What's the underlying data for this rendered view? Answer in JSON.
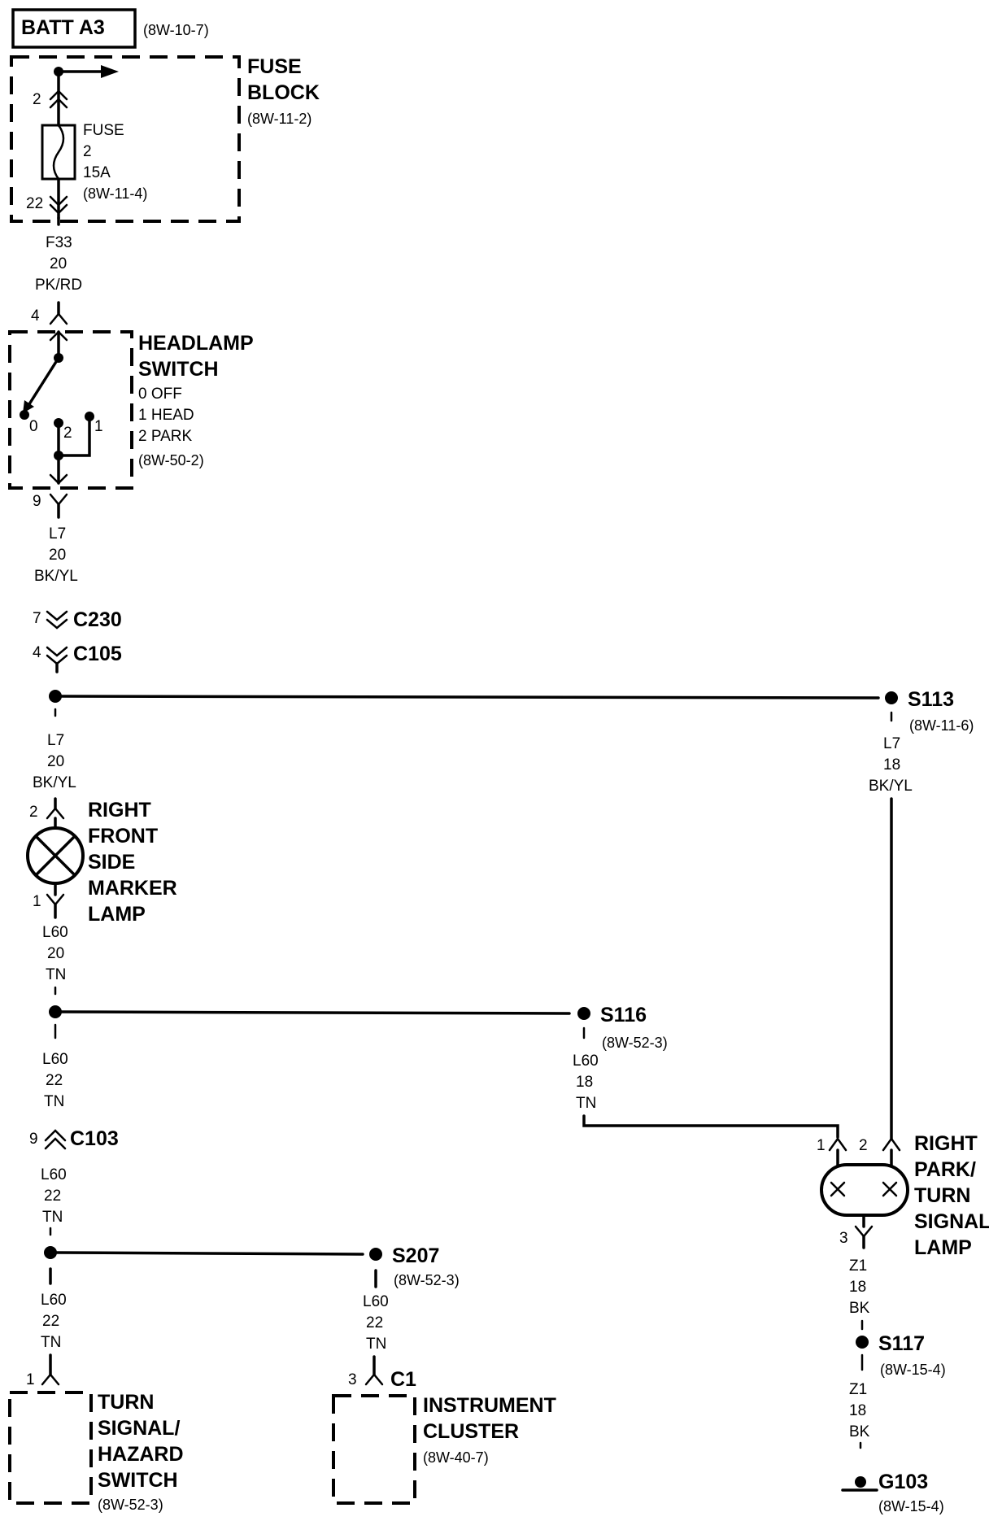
{
  "batt": {
    "label": "BATT A3",
    "ref": "(8W-10-7)"
  },
  "fuse_block": {
    "title_1": "FUSE",
    "title_2": "BLOCK",
    "ref": "(8W-11-2)",
    "pin_in": "2",
    "pin_out": "22",
    "fuse_label": "FUSE",
    "fuse_number": "2",
    "fuse_rating": "15A",
    "fuse_ref": "(8W-11-4)"
  },
  "wire_f33": {
    "circuit": "F33",
    "gauge": "20",
    "color": "PK/RD"
  },
  "headlamp_switch": {
    "title_1": "HEADLAMP",
    "title_2": "SWITCH",
    "pos_0": "0 OFF",
    "pos_1": "1 HEAD",
    "pos_2": "2 PARK",
    "ref": "(8W-50-2)",
    "pin_in": "4",
    "pin_out": "9",
    "contact_0": "0",
    "contact_1": "1",
    "contact_2": "2"
  },
  "wire_l7_a": {
    "circuit": "L7",
    "gauge": "20",
    "color": "BK/YL"
  },
  "c230": {
    "pin": "7",
    "label": "C230"
  },
  "c105": {
    "pin": "4",
    "label": "C105"
  },
  "wire_l7_b": {
    "circuit": "L7",
    "gauge": "20",
    "color": "BK/YL"
  },
  "s113": {
    "label": "S113",
    "ref": "(8W-11-6)"
  },
  "wire_l7_c": {
    "circuit": "L7",
    "gauge": "18",
    "color": "BK/YL"
  },
  "side_marker": {
    "pin_in": "2",
    "pin_out": "1",
    "title_1": "RIGHT",
    "title_2": "FRONT",
    "title_3": "SIDE",
    "title_4": "MARKER",
    "title_5": "LAMP"
  },
  "wire_l60_a": {
    "circuit": "L60",
    "gauge": "20",
    "color": "TN"
  },
  "s116": {
    "label": "S116",
    "ref": "(8W-52-3)"
  },
  "wire_l60_b": {
    "circuit": "L60",
    "gauge": "22",
    "color": "TN"
  },
  "wire_l60_c": {
    "circuit": "L60",
    "gauge": "18",
    "color": "TN"
  },
  "c103": {
    "pin": "9",
    "label": "C103"
  },
  "wire_l60_d": {
    "circuit": "L60",
    "gauge": "22",
    "color": "TN"
  },
  "park_lamp": {
    "pin_1": "1",
    "pin_2": "2",
    "pin_3": "3",
    "title_1": "RIGHT",
    "title_2": "PARK/",
    "title_3": "TURN",
    "title_4": "SIGNAL",
    "title_5": "LAMP"
  },
  "s207": {
    "label": "S207",
    "ref": "(8W-52-3)"
  },
  "wire_l60_e": {
    "circuit": "L60",
    "gauge": "22",
    "color": "TN"
  },
  "wire_l60_f": {
    "circuit": "L60",
    "gauge": "22",
    "color": "TN"
  },
  "wire_z1_a": {
    "circuit": "Z1",
    "gauge": "18",
    "color": "BK"
  },
  "s117": {
    "label": "S117",
    "ref": "(8W-15-4)"
  },
  "wire_z1_b": {
    "circuit": "Z1",
    "gauge": "18",
    "color": "BK"
  },
  "g103": {
    "label": "G103",
    "ref": "(8W-15-4)"
  },
  "turn_switch": {
    "pin": "1",
    "title_1": "TURN",
    "title_2": "SIGNAL/",
    "title_3": "HAZARD",
    "title_4": "SWITCH",
    "ref": "(8W-52-3)"
  },
  "cluster": {
    "pin": "3",
    "connector": "C1",
    "title_1": "INSTRUMENT",
    "title_2": "CLUSTER",
    "ref": "(8W-40-7)"
  }
}
